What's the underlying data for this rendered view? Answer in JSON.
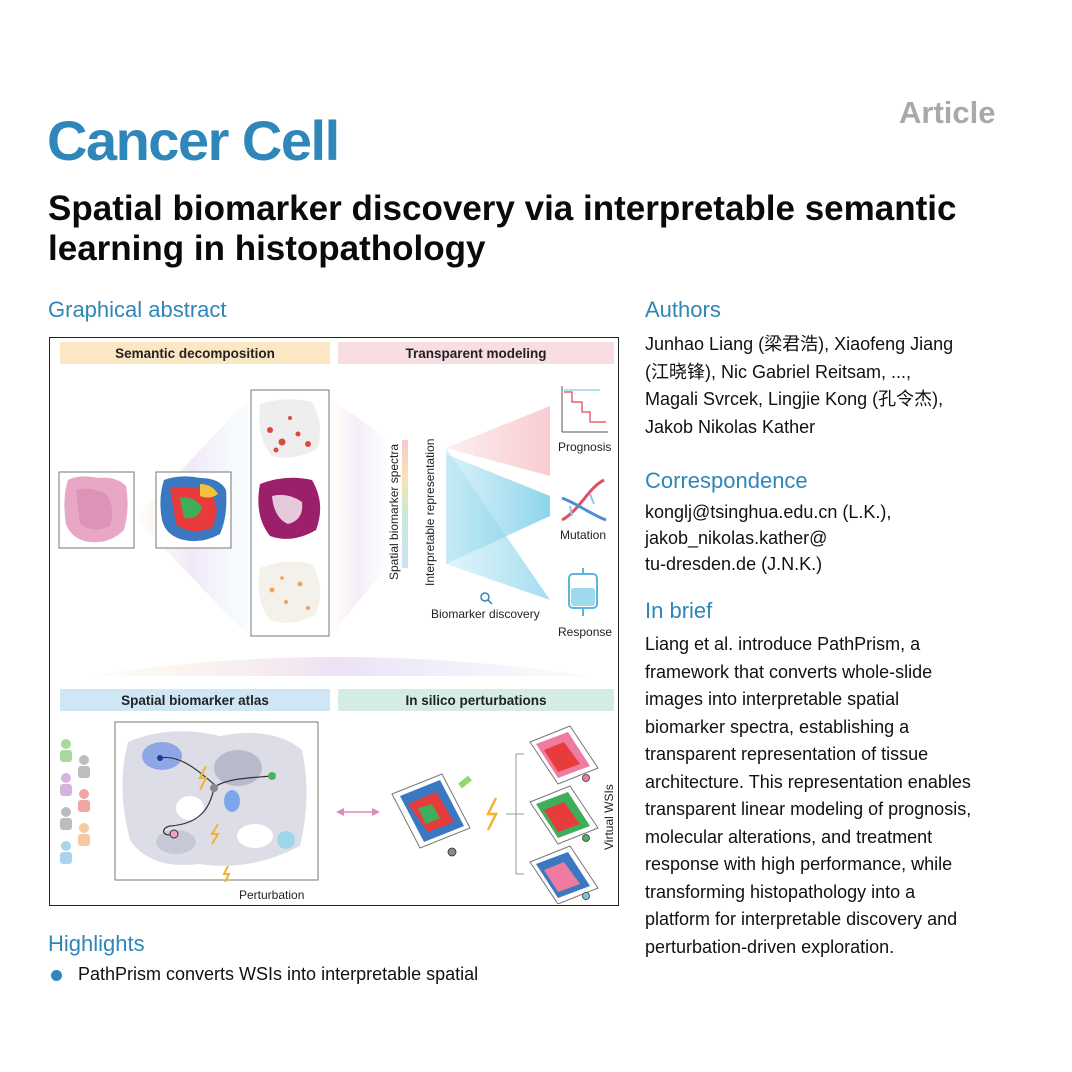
{
  "header": {
    "journal": "Cancer Cell",
    "article_type": "Article"
  },
  "title": "Spatial biomarker discovery via interpretable semantic learning in histopathology",
  "sections": {
    "graphical_abstract": "Graphical abstract",
    "authors": "Authors",
    "correspondence": "Correspondence",
    "in_brief": "In brief",
    "highlights": "Highlights"
  },
  "authors_lines": [
    "Junhao Liang (梁君浩), Xiaofeng Jiang",
    "(江晓锋), Nic Gabriel Reitsam, ...,",
    "Magali Svrcek, Lingjie Kong (孔令杰),",
    "Jakob Nikolas Kather"
  ],
  "correspondence_lines": [
    "konglj@tsinghua.edu.cn (L.K.),",
    "jakob_nikolas.kather@",
    "tu-dresden.de (J.N.K.)"
  ],
  "in_brief_lines": [
    "Liang et al. introduce PathPrism, a",
    "framework that converts whole-slide",
    "images into interpretable spatial",
    "biomarker spectra, establishing a",
    "transparent representation of tissue",
    "architecture. This representation enables",
    "transparent linear modeling of prognosis,",
    "molecular alterations, and treatment",
    "response with high performance, while",
    "transforming histopathology into a",
    "platform for interpretable discovery and",
    "perturbation-driven exploration."
  ],
  "highlights": [
    "PathPrism converts WSIs into interpretable spatial"
  ],
  "graphical_abstract": {
    "panels": {
      "semantic_decomposition": "Semantic decomposition",
      "transparent_modeling": "Transparent modeling",
      "spatial_biomarker_atlas": "Spatial biomarker atlas",
      "in_silico_perturbations": "In silico perturbations"
    },
    "labels": {
      "spatial_biomarker_spectra": "Spatial biomarker spectra",
      "interpretable_representation": "Interpretable representation",
      "prognosis": "Prognosis",
      "mutation": "Mutation",
      "response": "Response",
      "biomarker_discovery": "Biomarker discovery",
      "perturbation": "Perturbation",
      "virtual_wsis": "Virtual WSIs"
    },
    "colors": {
      "semantic_header": "#fbe7c4",
      "transparent_header": "#f8dde2",
      "atlas_header": "#cfe6f5",
      "perturb_header": "#d4ece4",
      "accent": "#2f86b8"
    }
  }
}
